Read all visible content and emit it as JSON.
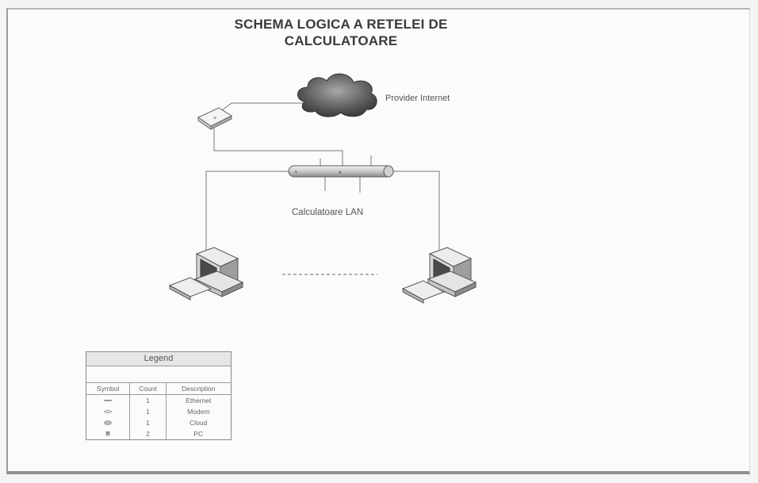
{
  "title": {
    "line1": "SCHEMA LOGICA A RETELEI DE",
    "line2": "CALCULATOARE"
  },
  "labels": {
    "provider": "Provider Internet",
    "lan": "Calculatoare LAN"
  },
  "legend": {
    "title": "Legend",
    "headers": [
      "Symbol",
      "Count",
      "Description"
    ],
    "rows": [
      {
        "symbol": "ethernet-icon",
        "count": "1",
        "description": "Ethernet"
      },
      {
        "symbol": "modem-icon",
        "count": "1",
        "description": "Modem"
      },
      {
        "symbol": "cloud-icon",
        "count": "1",
        "description": "Cloud"
      },
      {
        "symbol": "pc-icon",
        "count": "2",
        "description": "PC"
      }
    ]
  }
}
